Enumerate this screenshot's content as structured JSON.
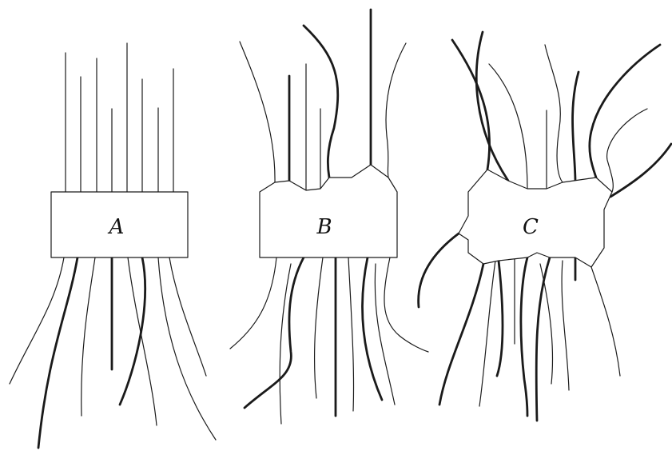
{
  "figure": {
    "panels": [
      {
        "id": "A",
        "label": "A"
      },
      {
        "id": "B",
        "label": "B"
      },
      {
        "id": "C",
        "label": "C"
      }
    ],
    "colors": {
      "ink": "#1a1a1a",
      "background": "#ffffff"
    }
  }
}
